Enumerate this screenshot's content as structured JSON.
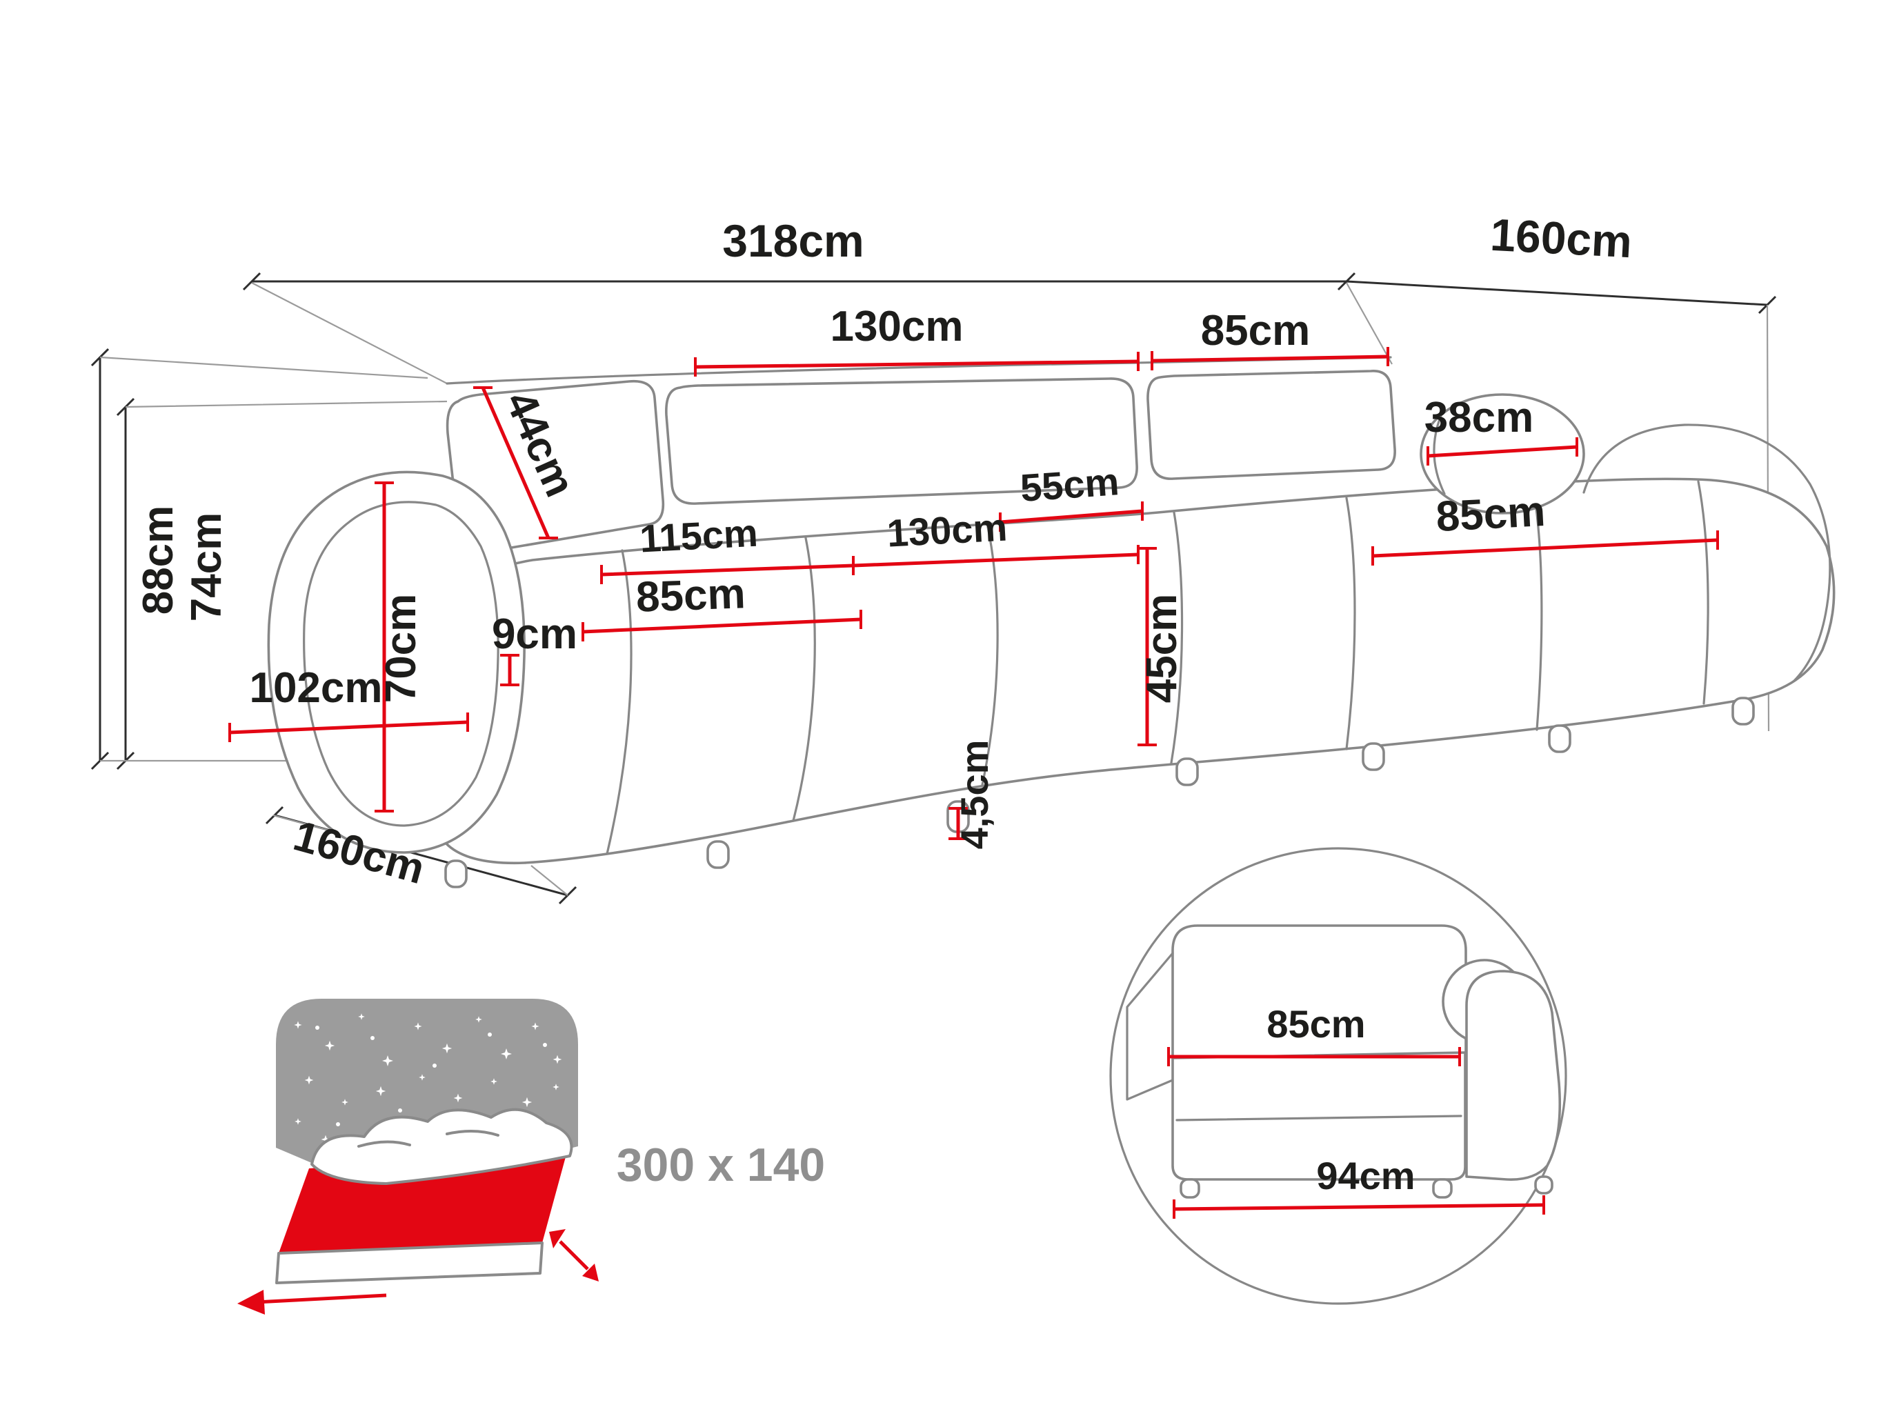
{
  "colors": {
    "dimension_red": "#e30613",
    "sofa_line_gray": "#878787",
    "text_dark": "#1d1d1b",
    "label_gray": "#8f8f8f"
  },
  "sofa": {
    "overall_width": "318cm",
    "right_chaise_depth": "160cm",
    "back_cushion_width_main": "130cm",
    "back_cushion_width_right": "85cm",
    "back_cushion_height": "44cm",
    "bolster_diameter": "38cm",
    "corner_seat_width": "55cm",
    "seat_depth": "115cm",
    "middle_seat_width": "130cm",
    "right_seat_width": "85cm",
    "total_height": "88cm",
    "backrest_height": "74cm",
    "armrest_height": "70cm",
    "seat_seam": "9cm",
    "left_seat_width": "85cm",
    "seat_height": "45cm",
    "armrest_depth": "102cm",
    "leg_height": "4,5cm",
    "left_chaise_depth": "160cm"
  },
  "sleeping_area": {
    "size": "300 x 140"
  },
  "detail_view": {
    "seat_width": "85cm",
    "module_width": "94cm"
  }
}
